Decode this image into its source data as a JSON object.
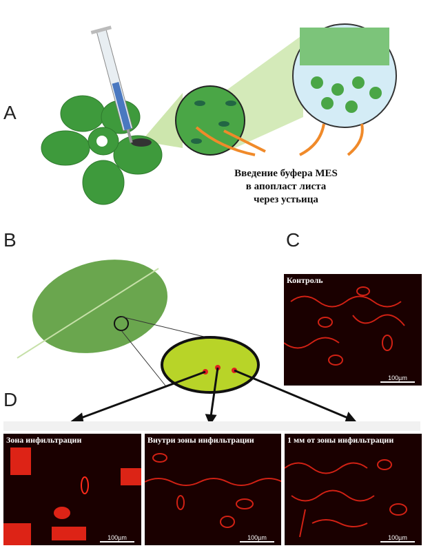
{
  "labels": {
    "a": "A",
    "b": "B",
    "c": "C",
    "d": "D"
  },
  "caption_a": [
    "Введение буфера MES",
    "в апопласт листа",
    "через устьица"
  ],
  "panel_c": {
    "title": "Контроль",
    "scale": "100µm"
  },
  "panels_d": [
    {
      "title": "Зона инфильтрации",
      "scale": "100µm"
    },
    {
      "title": "Внутри зоны инфильтрации",
      "scale": "100µm"
    },
    {
      "title": "1 мм от зоны инфильтрации",
      "scale": "100µm"
    }
  ],
  "colors": {
    "leaf": "#3e9a3c",
    "fluor": "#ff2a1a",
    "arrow": "#f08a2a"
  }
}
